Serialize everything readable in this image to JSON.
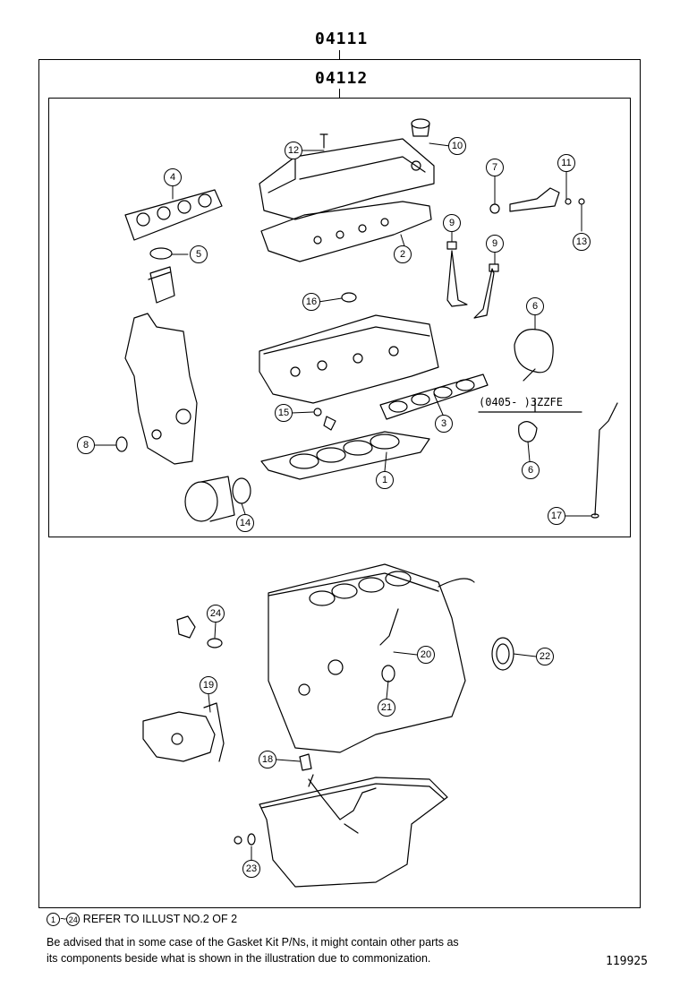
{
  "kits": {
    "outer": "04111",
    "inner": "04112"
  },
  "callouts": [
    "12",
    "10",
    "4",
    "7",
    "11",
    "9",
    "13",
    "2",
    "5",
    "9",
    "16",
    "6",
    "15",
    "3",
    "8",
    "1",
    "6",
    "14",
    "17",
    "24",
    "20",
    "22",
    "19",
    "21",
    "18",
    "23"
  ],
  "range_label": "(0405-      )3ZZFE",
  "notes": {
    "ref_start": "1",
    "tilde": "~",
    "ref_end": "24",
    "ref_text": "REFER TO ILLUST NO.2 OF 2",
    "advisory_1": "Be advised that in some case of the Gasket Kit P/Ns,  it might contain other parts as",
    "advisory_2": "its components beside what is shown in the illustration due to commonization."
  },
  "illustration_number": "119925"
}
